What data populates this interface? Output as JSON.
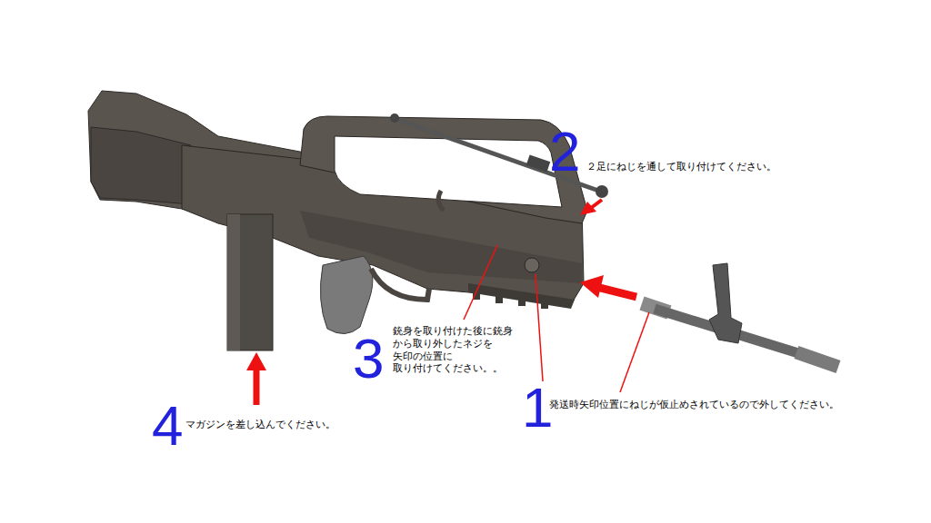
{
  "diagram": {
    "labels": [
      "2",
      "２足にねじを通して取り付けてください。",
      "3",
      "銃身を取り付けた後に銃身 から取り外したネジを 矢印の位置に 取り付けてください。。",
      "1",
      "発送時矢印位置にねじが仮止めされているので外してください。",
      "4",
      "マガジンを差し込んでください。"
    ]
  }
}
